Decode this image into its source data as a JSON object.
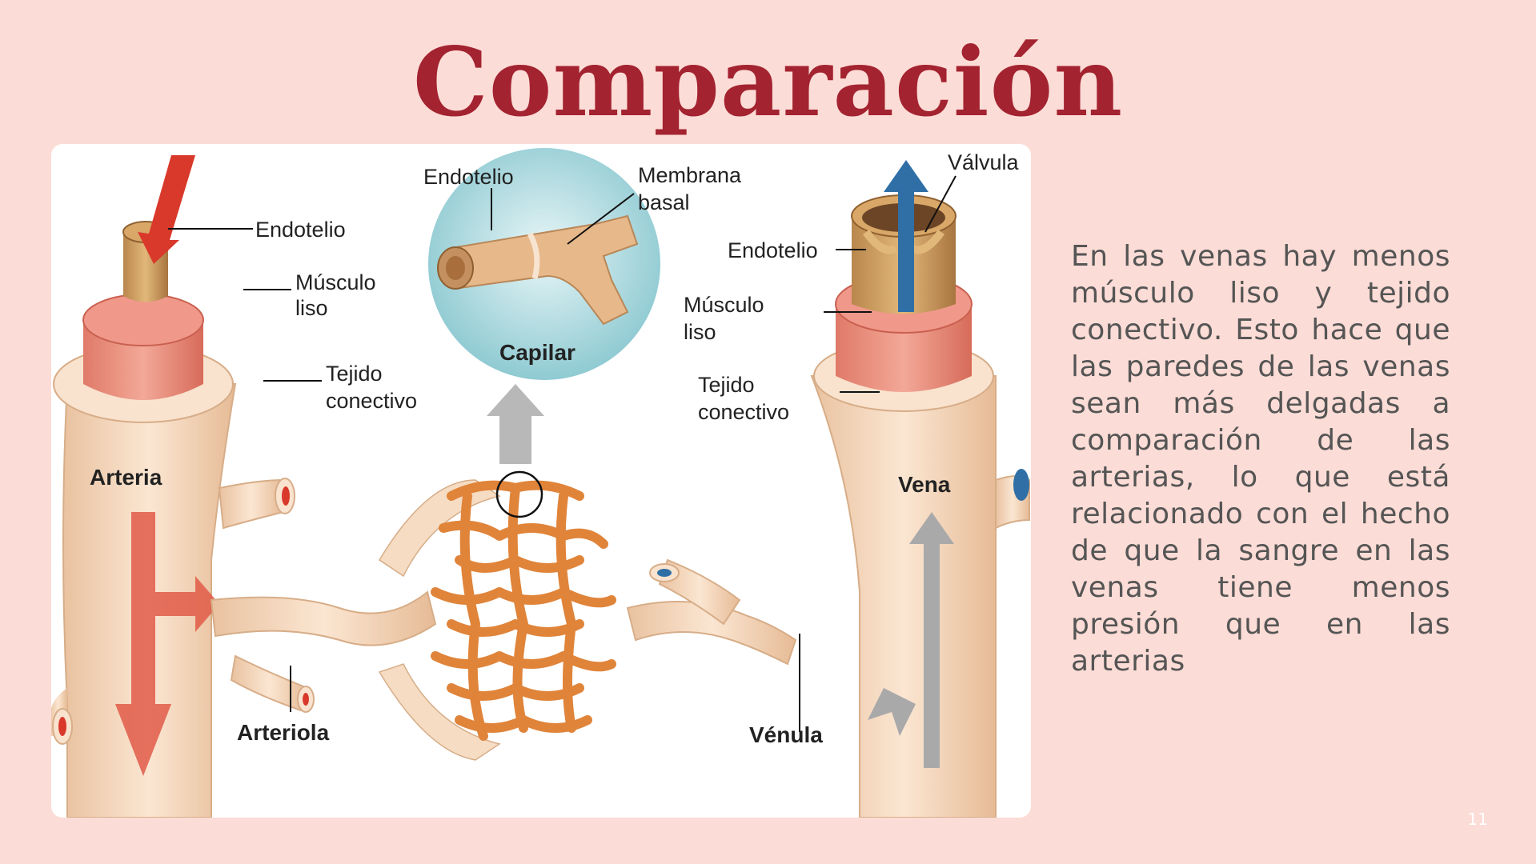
{
  "slide": {
    "title": "Comparación",
    "body": "En las venas hay menos músculo liso y tejido conectivo. Esto hace que las paredes de las venas sean más delgadas a comparación de las arterias, lo que está relacionado con el hecho de que la sangre en las venas tiene menos presión que en las arterias",
    "page_number": "11"
  },
  "diagram": {
    "artery": {
      "endotelio": "Endotelio",
      "musculo_1": "Músculo",
      "musculo_2": "liso",
      "tejido_1": "Tejido",
      "tejido_2": "conectivo",
      "name": "Arteria",
      "arteriola": "Arteriola"
    },
    "capillary": {
      "endotelio": "Endotelio",
      "membrana_1": "Membrana",
      "membrana_2": "basal",
      "name": "Capilar"
    },
    "vein": {
      "valvula": "Válvula",
      "endotelio": "Endotelio",
      "musculo_1": "Músculo",
      "musculo_2": "liso",
      "tejido_1": "Tejido",
      "tejido_2": "conectivo",
      "name": "Vena",
      "venula": "Vénula"
    }
  },
  "colors": {
    "background": "#fcdcd6",
    "title": "#a32330",
    "body_text": "#555555",
    "artery_arrow": "#d9392b",
    "vein_arrow": "#2f6fa6",
    "capillary_net": "#e0843a",
    "vessel_tissue": "#f2d4b6",
    "muscle_layer": "#e9897a"
  }
}
